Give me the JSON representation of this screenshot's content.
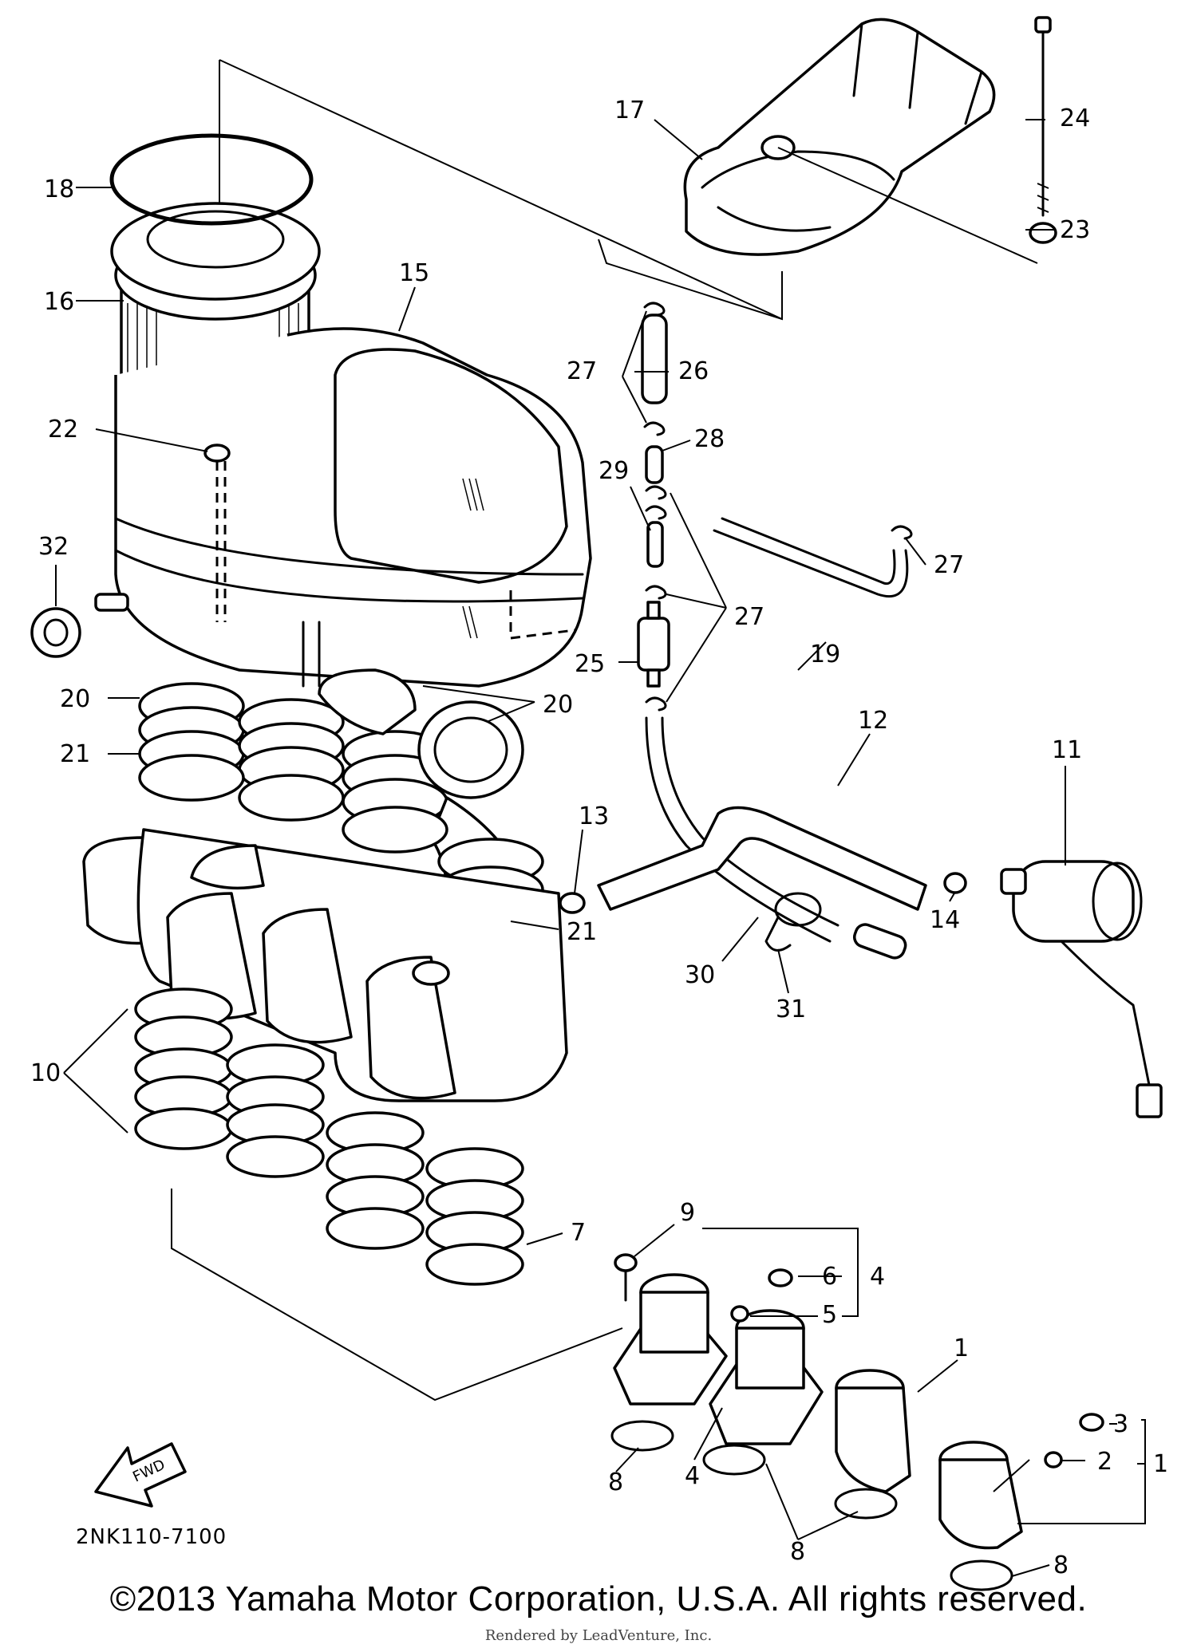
{
  "diagram": {
    "code": "2NK110-7100",
    "fwd_label": "FWD",
    "callouts": [
      {
        "id": "c1a",
        "text": "1"
      },
      {
        "id": "c1b",
        "text": "1"
      },
      {
        "id": "c2",
        "text": "2"
      },
      {
        "id": "c3",
        "text": "3"
      },
      {
        "id": "c4a",
        "text": "4"
      },
      {
        "id": "c4b",
        "text": "4"
      },
      {
        "id": "c5",
        "text": "5"
      },
      {
        "id": "c6",
        "text": "6"
      },
      {
        "id": "c7",
        "text": "7"
      },
      {
        "id": "c8a",
        "text": "8"
      },
      {
        "id": "c8b",
        "text": "8"
      },
      {
        "id": "c8c",
        "text": "8"
      },
      {
        "id": "c9",
        "text": "9"
      },
      {
        "id": "c10",
        "text": "10"
      },
      {
        "id": "c11",
        "text": "11"
      },
      {
        "id": "c12",
        "text": "12"
      },
      {
        "id": "c13",
        "text": "13"
      },
      {
        "id": "c14",
        "text": "14"
      },
      {
        "id": "c15",
        "text": "15"
      },
      {
        "id": "c16",
        "text": "16"
      },
      {
        "id": "c17",
        "text": "17"
      },
      {
        "id": "c18",
        "text": "18"
      },
      {
        "id": "c19",
        "text": "19"
      },
      {
        "id": "c20a",
        "text": "20"
      },
      {
        "id": "c20b",
        "text": "20"
      },
      {
        "id": "c21a",
        "text": "21"
      },
      {
        "id": "c21b",
        "text": "21"
      },
      {
        "id": "c22",
        "text": "22"
      },
      {
        "id": "c23",
        "text": "23"
      },
      {
        "id": "c24",
        "text": "24"
      },
      {
        "id": "c25",
        "text": "25"
      },
      {
        "id": "c26",
        "text": "26"
      },
      {
        "id": "c27a",
        "text": "27"
      },
      {
        "id": "c27b",
        "text": "27"
      },
      {
        "id": "c27c",
        "text": "27"
      },
      {
        "id": "c28",
        "text": "28"
      },
      {
        "id": "c29",
        "text": "29"
      },
      {
        "id": "c30",
        "text": "30"
      },
      {
        "id": "c31",
        "text": "31"
      },
      {
        "id": "c32",
        "text": "32"
      }
    ]
  },
  "footer": {
    "copyright": "©2013 Yamaha Motor Corporation, U.S.A. All rights reserved.",
    "rendered_by": "Rendered by LeadVenture, Inc."
  }
}
